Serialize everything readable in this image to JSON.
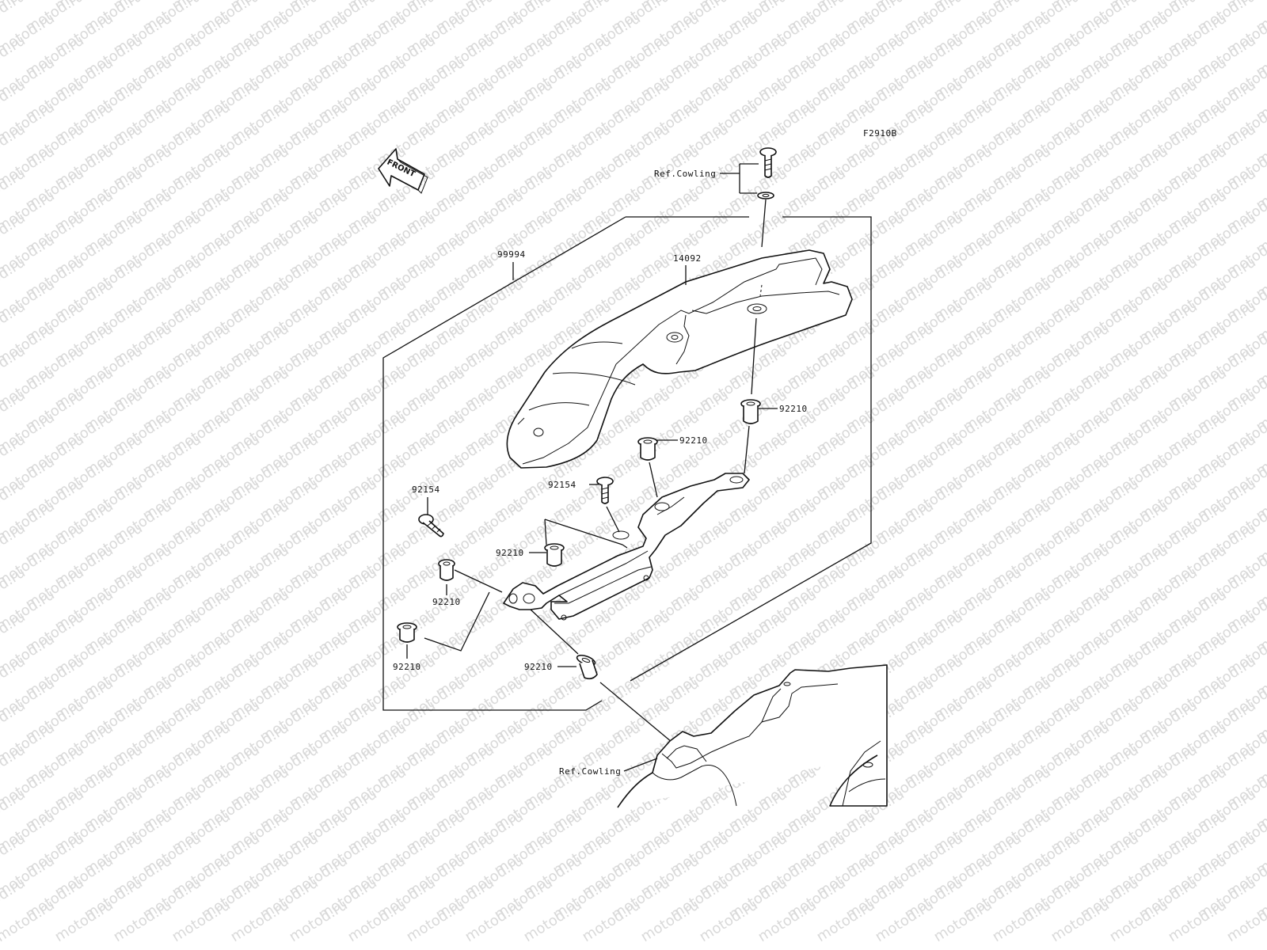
{
  "diagram": {
    "code": "F2910B",
    "front_arrow_text": "FRONT",
    "ref_top": "Ref.Cowling",
    "ref_bottom": "Ref.Cowling",
    "watermark_text": "motod.ru",
    "parts": {
      "assembly": "99994",
      "cover": "14092",
      "grommet_top_right": "92210",
      "grommet_mid": "92210",
      "bolt_mid": "92154",
      "bolt_left": "92154",
      "grommet_left_upper": "92210",
      "grommet_left_mid": "92210",
      "grommet_left_lower": "92210",
      "grommet_bottom": "92210"
    }
  }
}
